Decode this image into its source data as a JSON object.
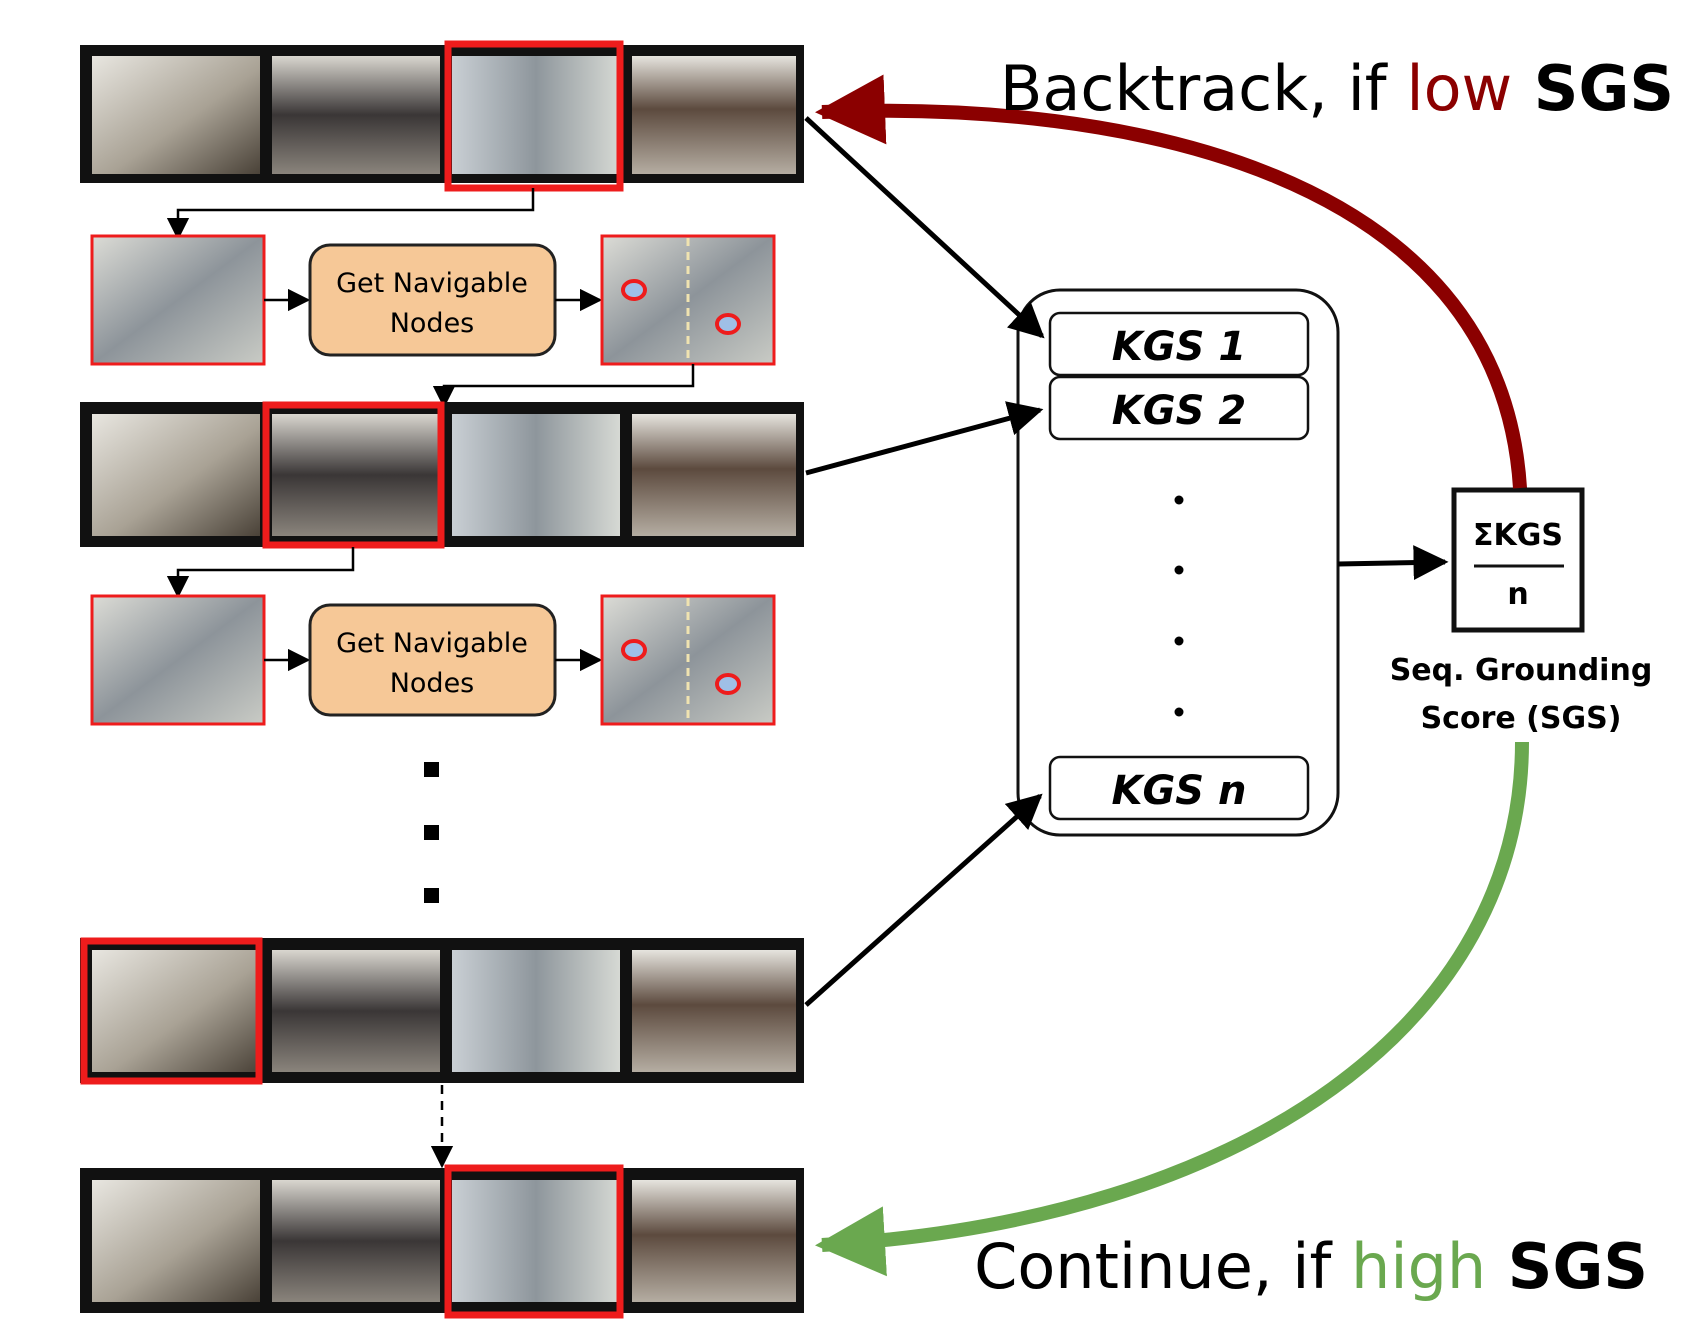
{
  "process_box": {
    "line1": "Get Navigable",
    "line2": "Nodes"
  },
  "kgs_items": {
    "first": "KGS 1",
    "second": "KGS 2",
    "last": "KGS n"
  },
  "score": {
    "numerator": "ΣKGS",
    "denominator": "n",
    "caption_line1": "Seq. Grounding",
    "caption_line2": "Score (SGS)"
  },
  "backtrack": {
    "prefix": "Backtrack, if ",
    "condition": "low",
    "metric": " SGS"
  },
  "continue": {
    "prefix": "Continue, if ",
    "condition": "high",
    "metric": " SGS"
  },
  "colors": {
    "selection": "#ee1c1c",
    "backtrack_arrow": "#8b0000",
    "continue_arrow": "#6aa84f",
    "process_fill": "#f6c897",
    "frame_border": "#111111"
  },
  "icons": {
    "panorama": "panorama-thumbnail",
    "node_marker": "navigable-node-marker"
  }
}
